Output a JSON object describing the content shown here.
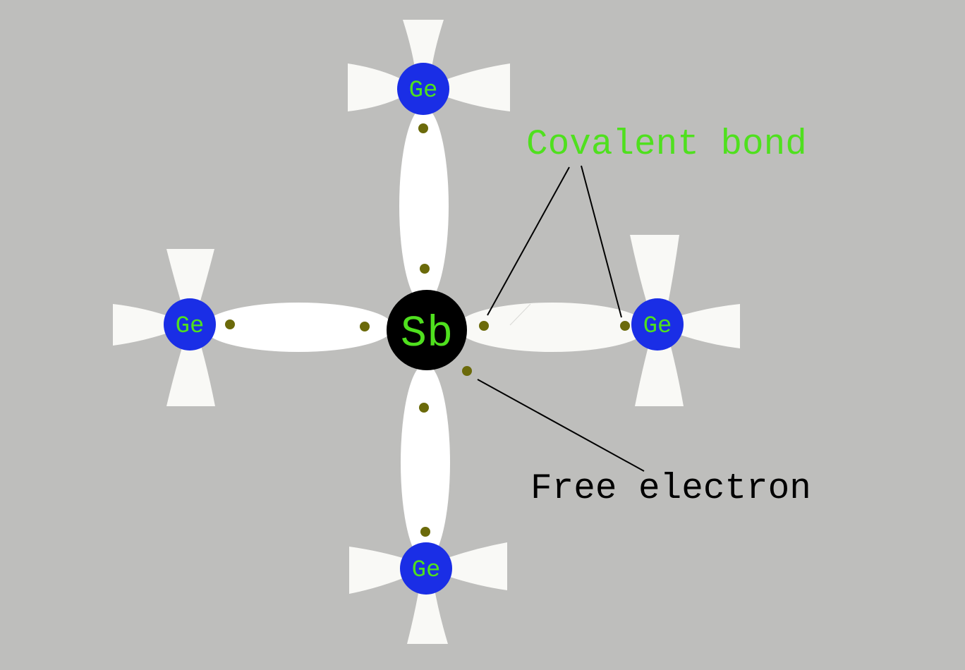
{
  "diagram": {
    "center_atom": {
      "symbol": "Sb",
      "fill": "#000000",
      "text_color": "#4fe01e"
    },
    "neighbor_atoms": [
      {
        "id": "top",
        "symbol": "Ge"
      },
      {
        "id": "left",
        "symbol": "Ge"
      },
      {
        "id": "right",
        "symbol": "Ge"
      },
      {
        "id": "bottom",
        "symbol": "Ge"
      }
    ],
    "neighbor_style": {
      "fill": "#1a2ee6",
      "text_color": "#4fe01e"
    },
    "labels": {
      "covalent_bond": "Covalent bond",
      "free_electron": "Free electron"
    },
    "colors": {
      "background": "#bebebc",
      "bond": "#ffffff",
      "bond_stub": "#f7f7f2",
      "electron": "#6b6a0a",
      "covalent_label": "#4fe01e",
      "free_label": "#000000",
      "leader_line": "#000000"
    },
    "electron_count": 9
  }
}
